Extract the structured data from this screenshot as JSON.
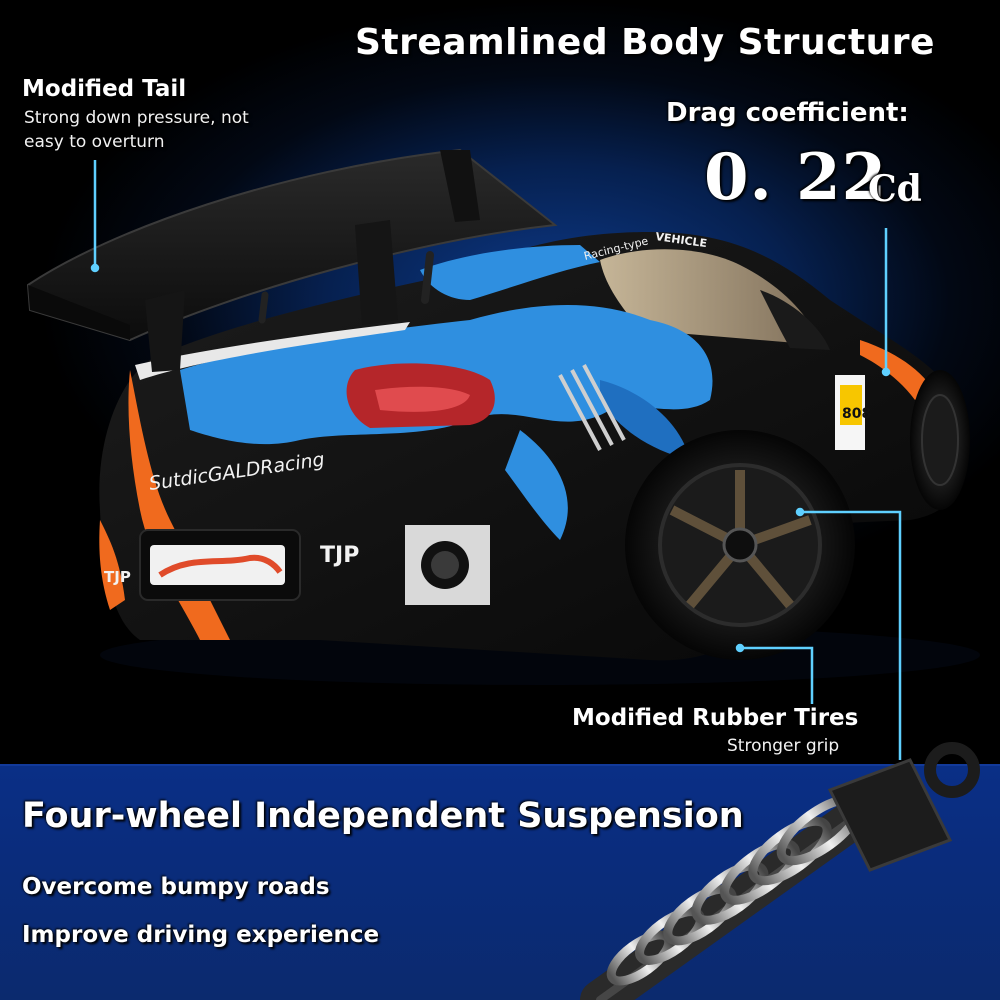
{
  "header": {
    "title": "Streamlined Body Structure"
  },
  "tail": {
    "title": "Modified Tail",
    "description": "Strong down pressure, not easy to overturn"
  },
  "drag": {
    "label": "Drag coefficient:",
    "value": "0. 22",
    "unit": "Cd"
  },
  "tires": {
    "title": "Modified Rubber Tires",
    "description": "Stronger grip"
  },
  "suspension": {
    "title": "Four-wheel Independent Suspension",
    "features": [
      "Overcome bumpy roads",
      "Improve driving experience"
    ]
  },
  "car_decals": {
    "brand": "SutdicGALDRacing",
    "plate_left": "TJP",
    "plate_right": "TJP",
    "race_number": "808",
    "sponsor_1": "Racing-type",
    "sponsor_2": "VEHICLE"
  },
  "colors": {
    "callout_line": "#5fd0ff",
    "band": "#0a2f86",
    "car_blue": "#2f8fe0",
    "car_orange": "#f06a1e",
    "car_black": "#141414"
  }
}
